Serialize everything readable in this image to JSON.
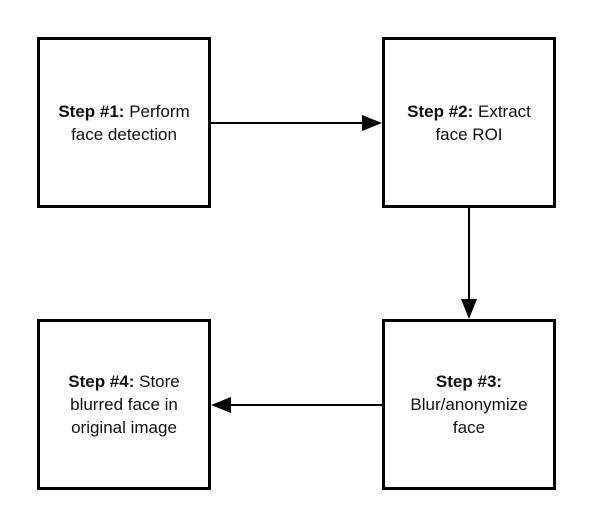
{
  "steps": [
    {
      "label": "Step #1:",
      "text": "Perform face detection"
    },
    {
      "label": "Step #2:",
      "text": "Extract face ROI"
    },
    {
      "label": "Step #3:",
      "text": "Blur/anonymize face"
    },
    {
      "label": "Step #4:",
      "text": "Store blurred face in original image"
    }
  ],
  "colors": {
    "stroke": "#000000",
    "text": "#111111",
    "background": "#ffffff"
  }
}
